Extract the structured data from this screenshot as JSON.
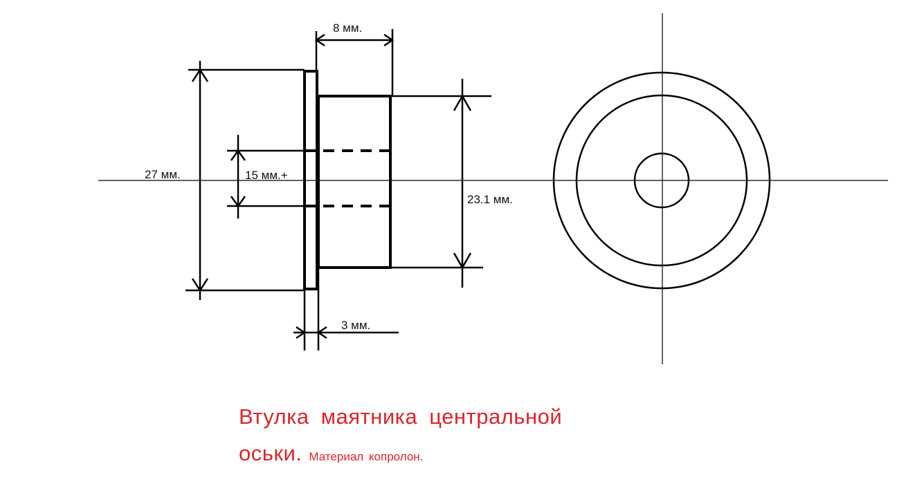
{
  "dimensions": {
    "flange_width": "8 мм.",
    "outer_diameter": "27 мм.",
    "bore_diameter": "15 мм.+",
    "body_diameter": "23.1 мм.",
    "flange_thickness": "3 мм."
  },
  "caption": {
    "line1": "Втулка маятника центральной",
    "line2_main": "оськи.",
    "line2_note": "Материал копролон."
  },
  "colors": {
    "line": "#000000",
    "caption": "#d9262c"
  }
}
